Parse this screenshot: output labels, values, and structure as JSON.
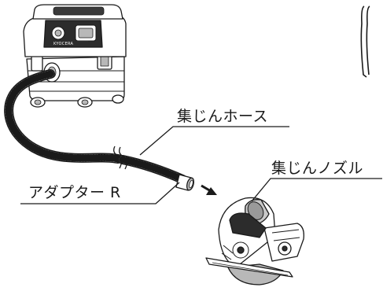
{
  "labels": {
    "hose": "集じんホース",
    "adapter": "アダプター R",
    "nozzle": "集じんノズル"
  },
  "vacuum": {
    "brand": "KYOCERA"
  },
  "colors": {
    "line": "#1a1a1a",
    "shade": "#b8b8b8",
    "dark": "#3a3a3a",
    "background": "#ffffff"
  },
  "icons": {
    "arrow": "arrow-right-down-icon",
    "break_mark": "break-mark-icon",
    "bracket": "page-bracket-icon"
  }
}
